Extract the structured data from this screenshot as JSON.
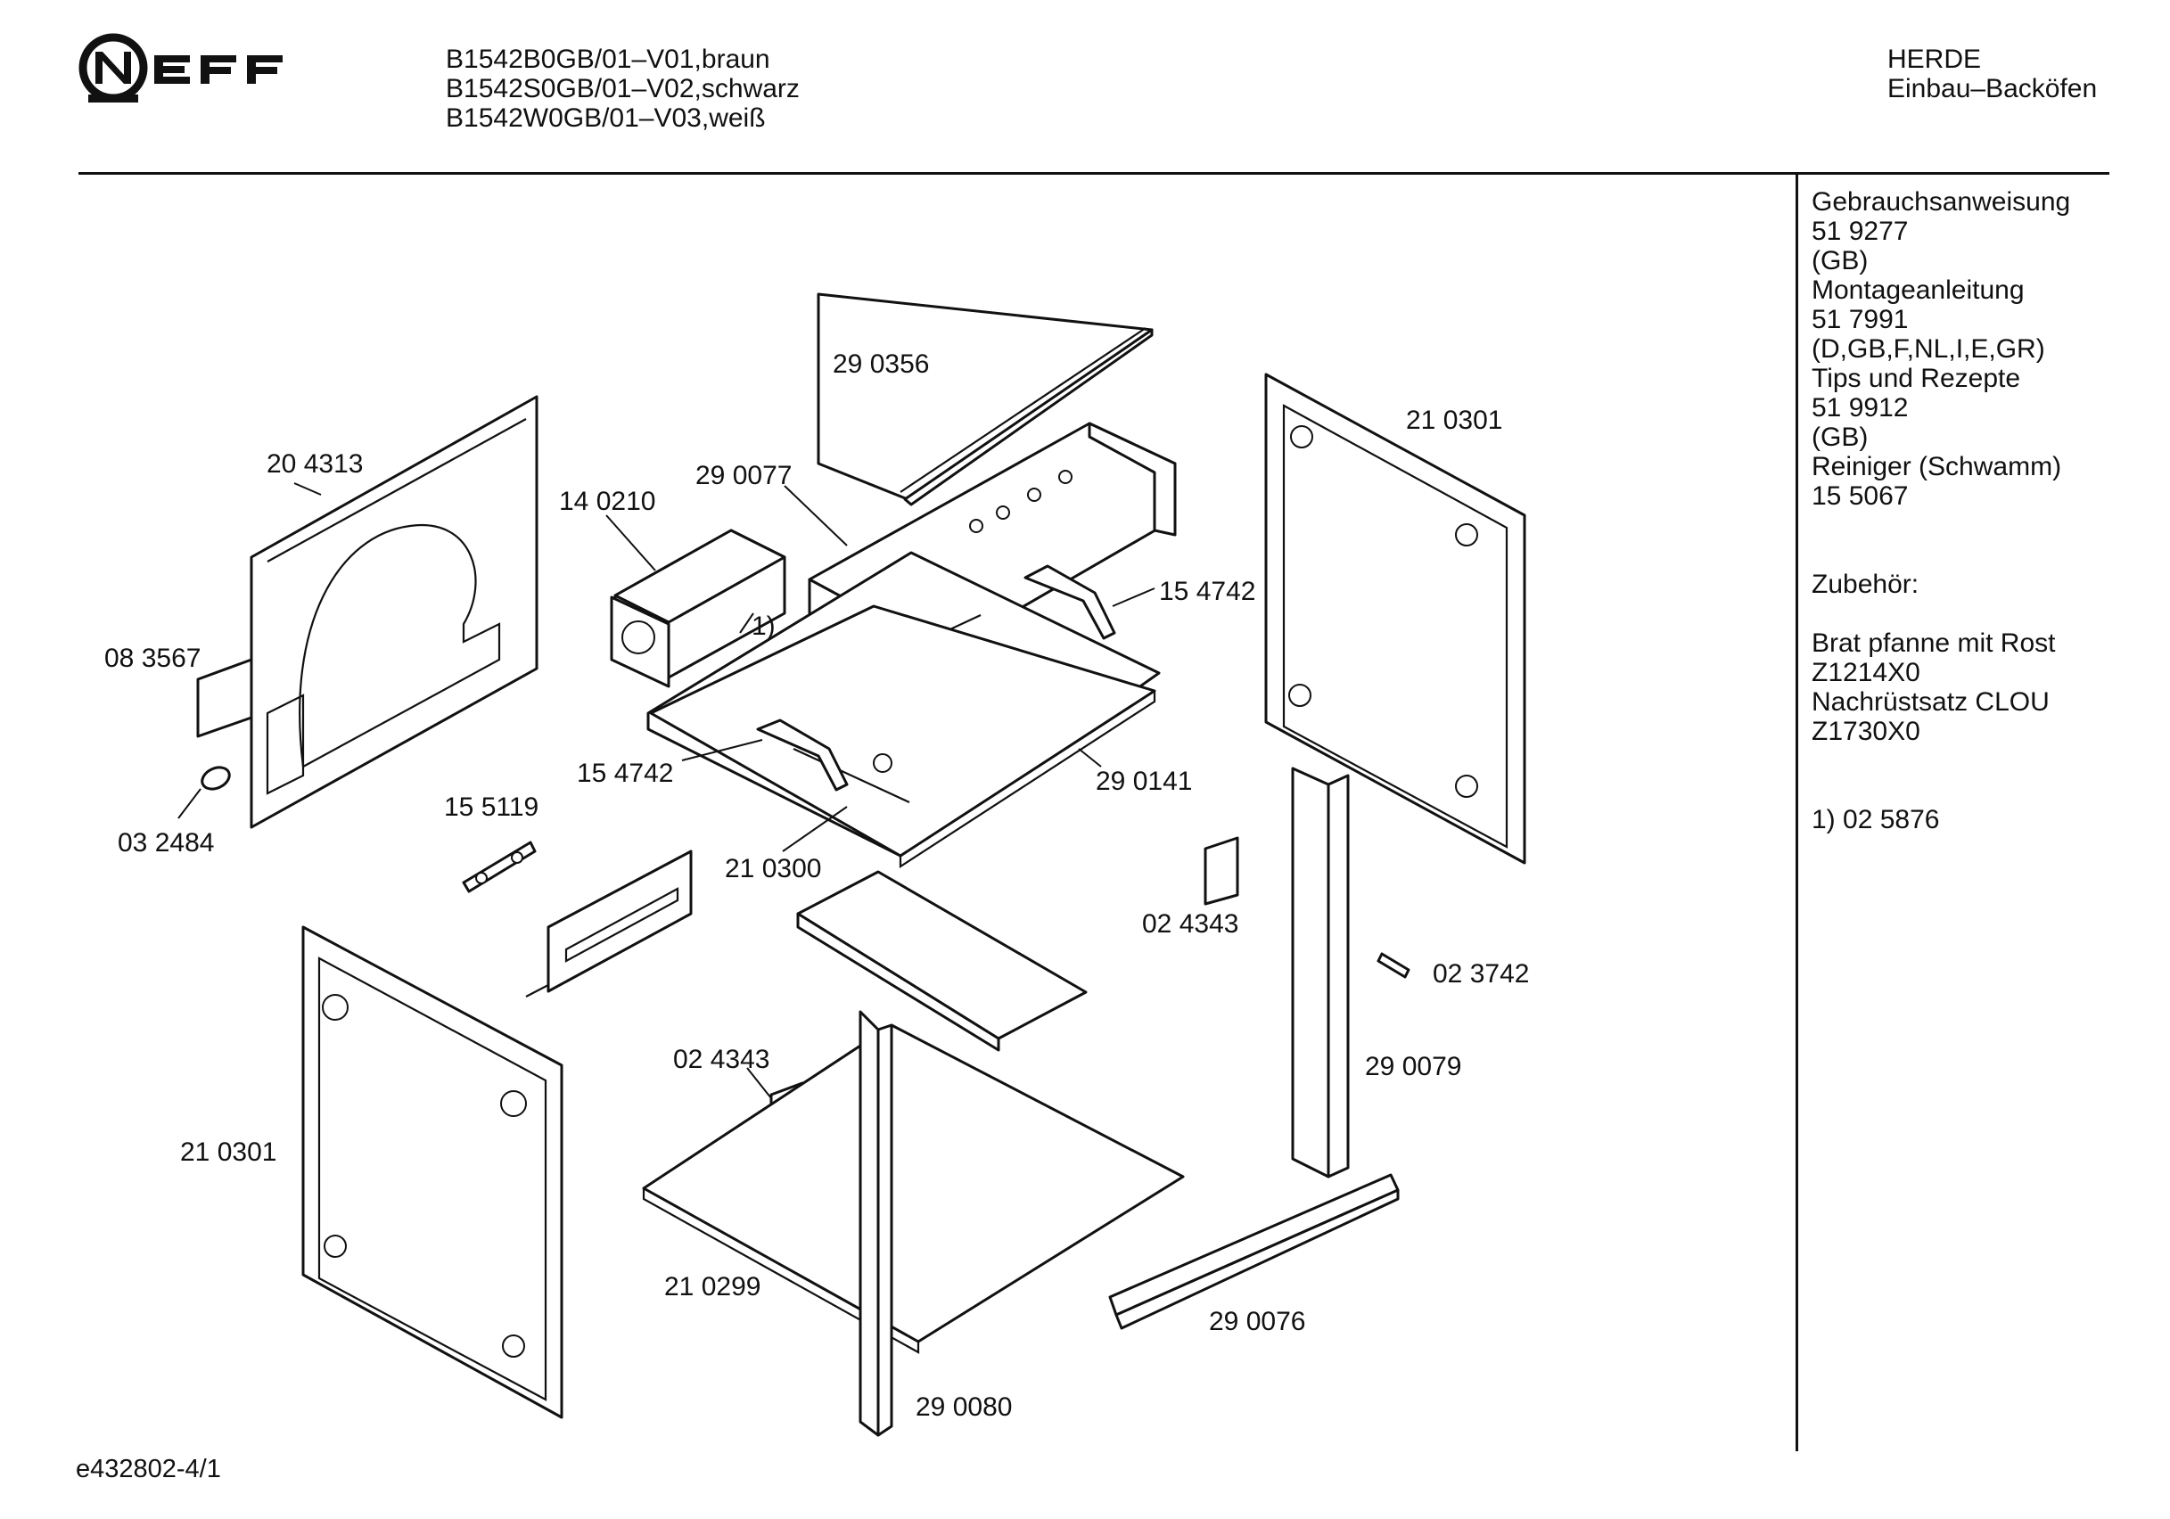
{
  "header": {
    "models": [
      "B1542B0GB/01–V01,braun",
      "B1542S0GB/01–V02,schwarz",
      "B1542W0GB/01–V03,weiß"
    ],
    "category": "HERDE",
    "subcategory": "Einbau–Backöfen",
    "brand_logo_text": "NEFF"
  },
  "side_panel": {
    "docs": [
      {
        "title": "Gebrauchsanweisung",
        "number": "51 9277",
        "langs": "(GB)"
      },
      {
        "title": "Montageanleitung",
        "number": "51 7991",
        "langs": "(D,GB,F,NL,I,E,GR)"
      },
      {
        "title": "Tips und Rezepte",
        "number": "51 9912",
        "langs": "(GB)"
      },
      {
        "title": "Reiniger (Schwamm)",
        "number": "15 5067"
      }
    ],
    "accessories_title": "Zubehör:",
    "accessories": [
      {
        "name": "Brat pfanne mit Rost",
        "code": "Z1214X0"
      },
      {
        "name": "Nachrüstsatz CLOU",
        "code": "Z1730X0"
      }
    ],
    "footnote": "1)  02 5876"
  },
  "parts": {
    "p290356": "29 0356",
    "p204313": "20 4313",
    "p140210": "14 0210",
    "p290077": "29 0077",
    "p210301a": "21 0301",
    "p154742a": "15 4742",
    "p083567": "08 3567",
    "fn1": "1)",
    "p154742b": "15 4742",
    "p290141": "29 0141",
    "p032484": "03 2484",
    "p155119": "15 5119",
    "p210300": "21 0300",
    "p024343a": "02 4343",
    "p023742": "02 3742",
    "p024343b": "02 4343",
    "p290079": "29 0079",
    "p210301b": "21 0301",
    "p210299": "21 0299",
    "p290076": "29 0076",
    "p290080": "29 0080"
  },
  "footer": {
    "drawing_code": "e432802-4/1"
  }
}
